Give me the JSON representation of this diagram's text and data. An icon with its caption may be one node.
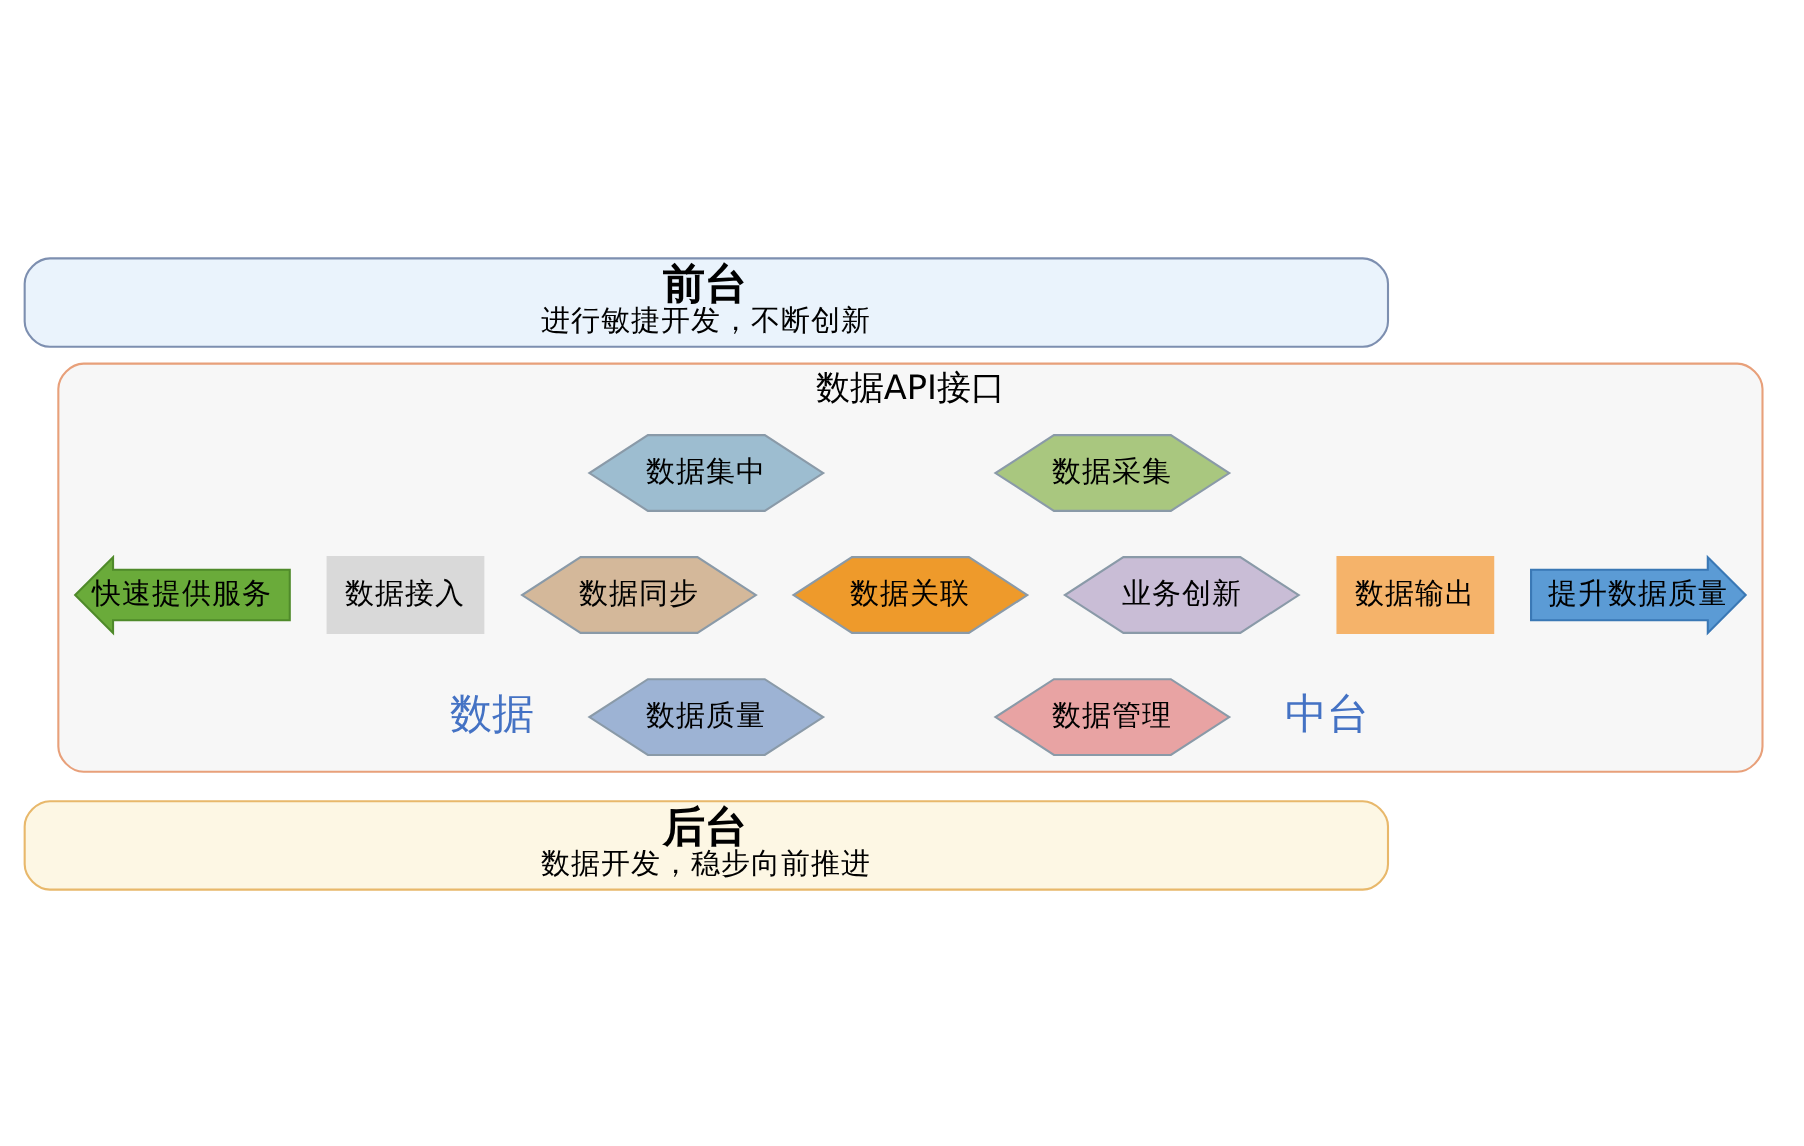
{
  "diagram": {
    "nodes": [
      {
        "text": [
          "前台",
          "进行敏捷开发，不断创新"
        ]
      },
      {
        "text": [
          "数据API接口"
        ]
      },
      {
        "text": [
          "快速提供服务"
        ],
        "in": 1
      },
      {
        "text": [
          "数据接入"
        ],
        "in": 1
      },
      {
        "text": [
          "数据集中"
        ],
        "in": 1
      },
      {
        "text": [
          "数据采集"
        ],
        "in": 1
      },
      {
        "text": [
          "数据同步"
        ],
        "in": 1
      },
      {
        "text": [
          "数据关联"
        ],
        "in": 1
      },
      {
        "text": [
          "业务创新"
        ],
        "in": 1
      },
      {
        "text": [
          "数据质量"
        ],
        "in": 1
      },
      {
        "text": [
          "数据管理"
        ],
        "in": 1
      },
      {
        "text": [
          "数据输出"
        ],
        "in": 1
      },
      {
        "text": [
          "提升数据质量"
        ],
        "in": 1
      },
      {
        "text": [
          "后台",
          "数据开发，稳步向前推进"
        ]
      }
    ],
    "labels": [
      "数据",
      "中台"
    ]
  }
}
